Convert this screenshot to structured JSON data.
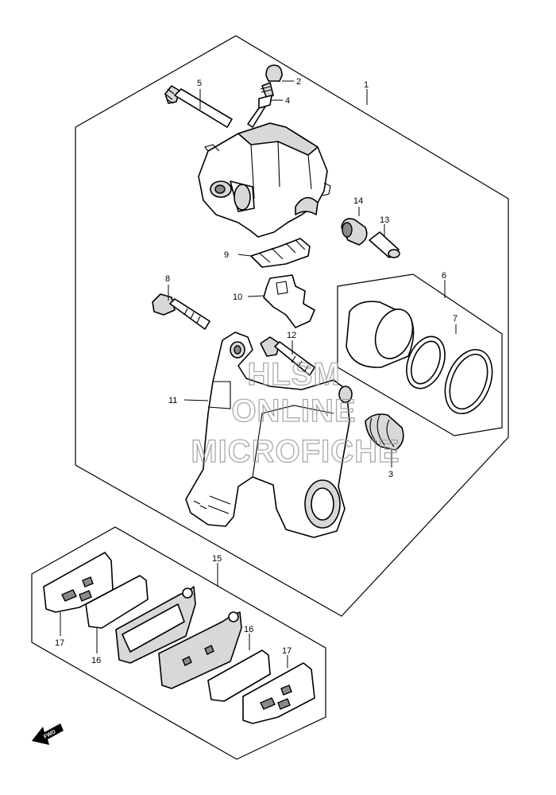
{
  "callouts": {
    "c1": "1",
    "c2": "2",
    "c3": "3",
    "c4": "4",
    "c5": "5",
    "c6": "6",
    "c7": "7",
    "c8": "8",
    "c9": "9",
    "c10": "10",
    "c11": "11",
    "c12": "12",
    "c13": "13",
    "c14": "14",
    "c15": "15",
    "c16a": "16",
    "c16b": "16",
    "c17a": "17",
    "c17b": "17"
  },
  "watermark": {
    "line1": "HLSM",
    "line2": "ONLINE",
    "line3": "MICROFICHE"
  },
  "fwd_label": "FWD"
}
